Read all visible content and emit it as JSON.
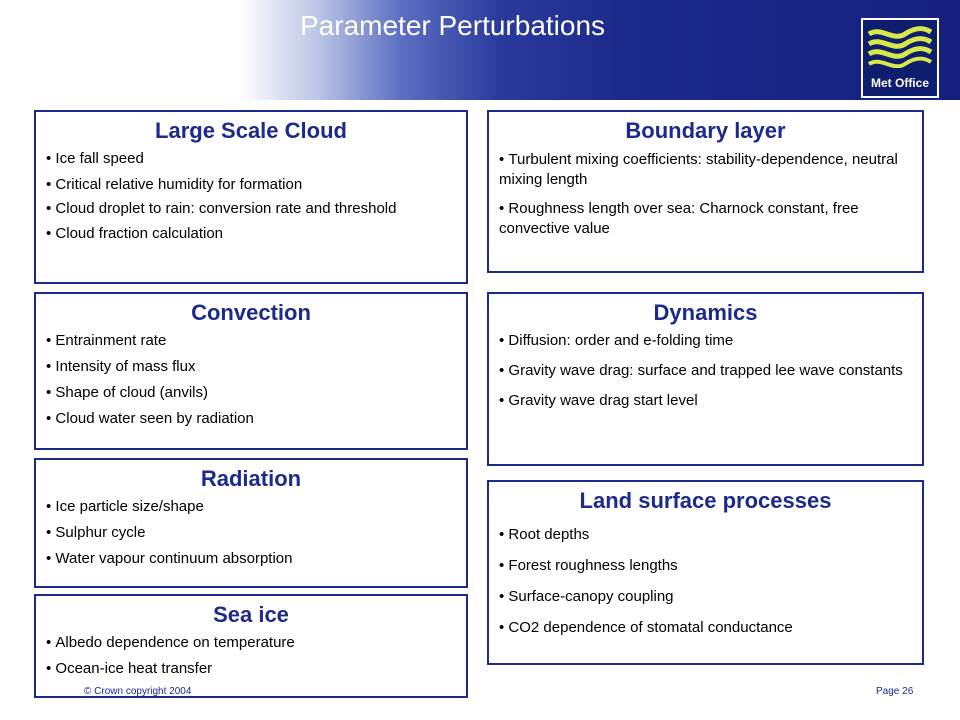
{
  "title": "Parameter Perturbations",
  "logo_text": "Met Office",
  "panels": [
    {
      "heading": "Large Scale Cloud",
      "items": [
        "Ice fall speed",
        "Critical relative humidity for formation",
        "Cloud droplet to rain: conversion rate and threshold",
        "Cloud fraction calculation"
      ]
    },
    {
      "heading": "Boundary layer",
      "items": [
        "Turbulent mixing coefficients: stability-dependence, neutral mixing length",
        "Roughness length over sea: Charnock constant, free convective value"
      ]
    },
    {
      "heading": "Convection",
      "items": [
        "Entrainment rate",
        "Intensity of mass flux",
        "Shape of cloud (anvils)",
        "Cloud water seen by radiation"
      ]
    },
    {
      "heading": "Dynamics",
      "items": [
        "Diffusion: order and e-folding time",
        "Gravity wave drag: surface and trapped lee wave constants",
        "Gravity wave drag start level"
      ]
    },
    {
      "heading": "Radiation",
      "items": [
        "Ice particle size/shape",
        "Sulphur cycle",
        "Water vapour continuum absorption"
      ]
    },
    {
      "heading": "Land surface processes",
      "items": [
        "Root depths",
        "Forest roughness lengths",
        "Surface-canopy coupling",
        "CO2 dependence of stomatal conductance"
      ]
    },
    {
      "heading": "Sea ice",
      "items": [
        "Albedo dependence on temperature",
        "Ocean-ice heat transfer"
      ]
    }
  ],
  "footer": {
    "copyright": "© Crown copyright 2004",
    "page": "Page 26"
  },
  "colors": {
    "accent": "#1c2a8c",
    "logo_waves": "#d8e94a"
  }
}
